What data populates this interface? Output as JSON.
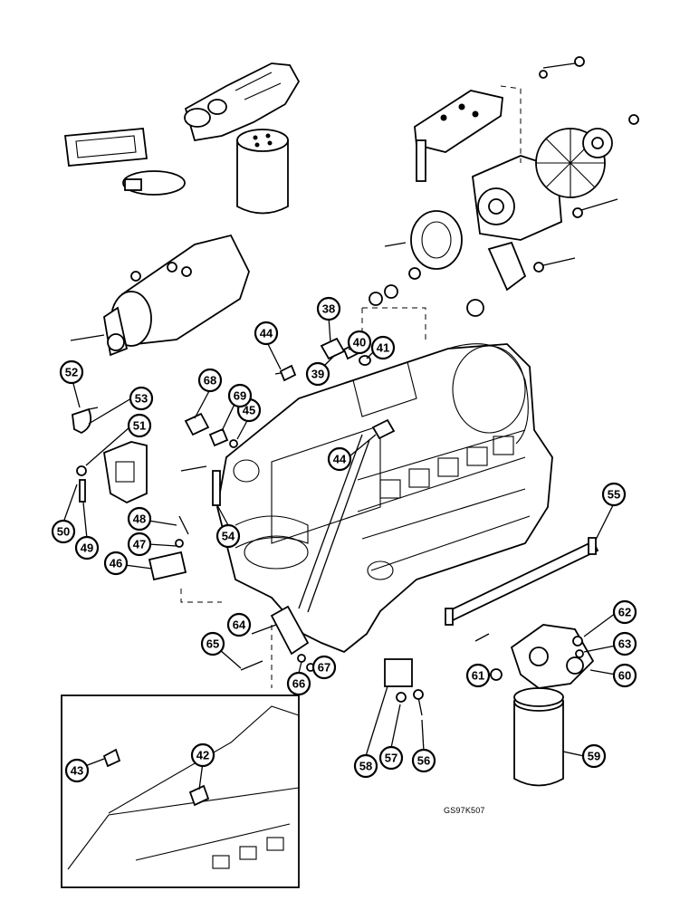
{
  "figure": {
    "reference_code": "GS97K507",
    "callouts": [
      "38",
      "39",
      "40",
      "41",
      "42",
      "43",
      "44",
      "44",
      "45",
      "46",
      "47",
      "48",
      "49",
      "50",
      "51",
      "52",
      "53",
      "54",
      "55",
      "56",
      "57",
      "58",
      "59",
      "60",
      "61",
      "62",
      "63",
      "64",
      "65",
      "66",
      "67",
      "68",
      "69"
    ]
  }
}
